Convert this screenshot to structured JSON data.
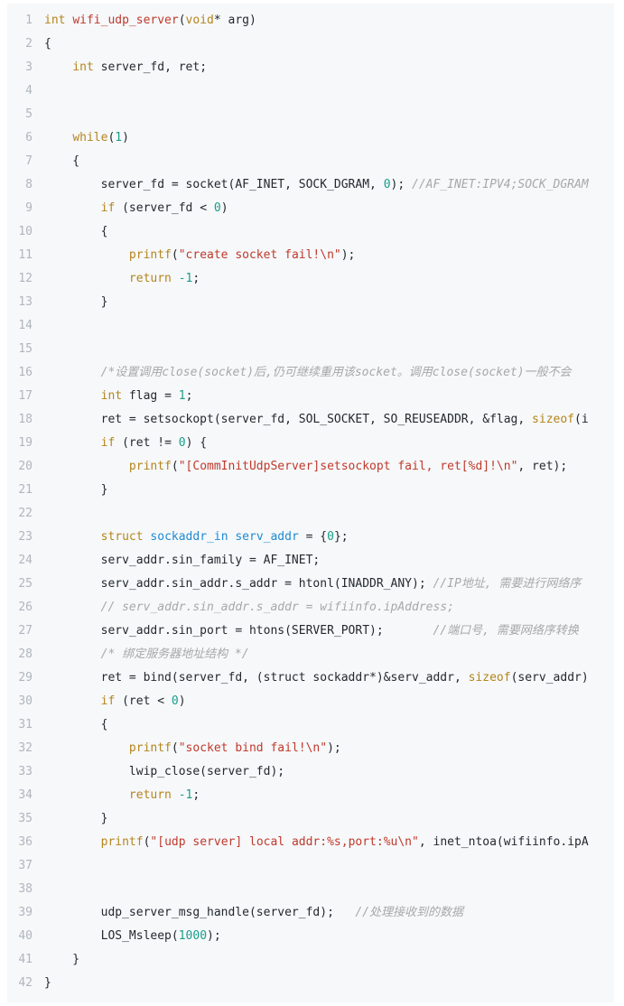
{
  "code": {
    "lines": [
      [
        {
          "t": "kw",
          "v": "int"
        },
        {
          "t": "plain",
          "v": " "
        },
        {
          "t": "fn",
          "v": "wifi_udp_server"
        },
        {
          "t": "plain",
          "v": "("
        },
        {
          "t": "kw",
          "v": "void"
        },
        {
          "t": "plain",
          "v": "* arg)"
        }
      ],
      [
        {
          "t": "plain",
          "v": "{"
        }
      ],
      [
        {
          "t": "plain",
          "v": "    "
        },
        {
          "t": "kw",
          "v": "int"
        },
        {
          "t": "plain",
          "v": " server_fd, ret;"
        }
      ],
      [],
      [],
      [
        {
          "t": "plain",
          "v": "    "
        },
        {
          "t": "kw",
          "v": "while"
        },
        {
          "t": "plain",
          "v": "("
        },
        {
          "t": "num",
          "v": "1"
        },
        {
          "t": "plain",
          "v": ")"
        }
      ],
      [
        {
          "t": "plain",
          "v": "    {"
        }
      ],
      [
        {
          "t": "plain",
          "v": "        server_fd = socket(AF_INET, SOCK_DGRAM, "
        },
        {
          "t": "num",
          "v": "0"
        },
        {
          "t": "plain",
          "v": "); "
        },
        {
          "t": "cm",
          "v": "//AF_INET:IPV4;SOCK_DGRAM"
        }
      ],
      [
        {
          "t": "plain",
          "v": "        "
        },
        {
          "t": "kw",
          "v": "if"
        },
        {
          "t": "plain",
          "v": " (server_fd < "
        },
        {
          "t": "num",
          "v": "0"
        },
        {
          "t": "plain",
          "v": ")"
        }
      ],
      [
        {
          "t": "plain",
          "v": "        {"
        }
      ],
      [
        {
          "t": "plain",
          "v": "            "
        },
        {
          "t": "kw",
          "v": "printf"
        },
        {
          "t": "plain",
          "v": "("
        },
        {
          "t": "str",
          "v": "\"create socket fail!\\n\""
        },
        {
          "t": "plain",
          "v": ");"
        }
      ],
      [
        {
          "t": "plain",
          "v": "            "
        },
        {
          "t": "kw",
          "v": "return"
        },
        {
          "t": "plain",
          "v": " "
        },
        {
          "t": "num",
          "v": "-1"
        },
        {
          "t": "plain",
          "v": ";"
        }
      ],
      [
        {
          "t": "plain",
          "v": "        }"
        }
      ],
      [],
      [],
      [
        {
          "t": "plain",
          "v": "        "
        },
        {
          "t": "cm",
          "v": "/*设置调用close(socket)后,仍可继续重用该socket。调用close(socket)一般不会"
        }
      ],
      [
        {
          "t": "plain",
          "v": "        "
        },
        {
          "t": "kw",
          "v": "int"
        },
        {
          "t": "plain",
          "v": " flag = "
        },
        {
          "t": "num",
          "v": "1"
        },
        {
          "t": "plain",
          "v": ";"
        }
      ],
      [
        {
          "t": "plain",
          "v": "        ret = setsockopt(server_fd, SOL_SOCKET, SO_REUSEADDR, &flag, "
        },
        {
          "t": "kw",
          "v": "sizeof"
        },
        {
          "t": "plain",
          "v": "(i"
        }
      ],
      [
        {
          "t": "plain",
          "v": "        "
        },
        {
          "t": "kw",
          "v": "if"
        },
        {
          "t": "plain",
          "v": " (ret != "
        },
        {
          "t": "num",
          "v": "0"
        },
        {
          "t": "plain",
          "v": ") {"
        }
      ],
      [
        {
          "t": "plain",
          "v": "            "
        },
        {
          "t": "kw",
          "v": "printf"
        },
        {
          "t": "plain",
          "v": "("
        },
        {
          "t": "str",
          "v": "\"[CommInitUdpServer]setsockopt fail, ret[%d]!\\n\""
        },
        {
          "t": "plain",
          "v": ", ret);"
        }
      ],
      [
        {
          "t": "plain",
          "v": "        }"
        }
      ],
      [],
      [
        {
          "t": "plain",
          "v": "        "
        },
        {
          "t": "kw",
          "v": "struct"
        },
        {
          "t": "plain",
          "v": " "
        },
        {
          "t": "ty",
          "v": "sockaddr_in serv_addr"
        },
        {
          "t": "plain",
          "v": " = {"
        },
        {
          "t": "num",
          "v": "0"
        },
        {
          "t": "plain",
          "v": "};"
        }
      ],
      [
        {
          "t": "plain",
          "v": "        serv_addr.sin_family = AF_INET;"
        }
      ],
      [
        {
          "t": "plain",
          "v": "        serv_addr.sin_addr.s_addr = htonl(INADDR_ANY); "
        },
        {
          "t": "cm",
          "v": "//IP地址, 需要进行网络序"
        }
      ],
      [
        {
          "t": "plain",
          "v": "        "
        },
        {
          "t": "cm",
          "v": "// serv_addr.sin_addr.s_addr = wifiinfo.ipAddress;"
        }
      ],
      [
        {
          "t": "plain",
          "v": "        serv_addr.sin_port = htons(SERVER_PORT);       "
        },
        {
          "t": "cm",
          "v": "//端口号, 需要网络序转换"
        }
      ],
      [
        {
          "t": "plain",
          "v": "        "
        },
        {
          "t": "cm",
          "v": "/* 绑定服务器地址结构 */"
        }
      ],
      [
        {
          "t": "plain",
          "v": "        ret = bind(server_fd, (struct sockaddr*)&serv_addr, "
        },
        {
          "t": "kw",
          "v": "sizeof"
        },
        {
          "t": "plain",
          "v": "(serv_addr)"
        }
      ],
      [
        {
          "t": "plain",
          "v": "        "
        },
        {
          "t": "kw",
          "v": "if"
        },
        {
          "t": "plain",
          "v": " (ret < "
        },
        {
          "t": "num",
          "v": "0"
        },
        {
          "t": "plain",
          "v": ")"
        }
      ],
      [
        {
          "t": "plain",
          "v": "        {"
        }
      ],
      [
        {
          "t": "plain",
          "v": "            "
        },
        {
          "t": "kw",
          "v": "printf"
        },
        {
          "t": "plain",
          "v": "("
        },
        {
          "t": "str",
          "v": "\"socket bind fail!\\n\""
        },
        {
          "t": "plain",
          "v": ");"
        }
      ],
      [
        {
          "t": "plain",
          "v": "            lwip_close(server_fd);"
        }
      ],
      [
        {
          "t": "plain",
          "v": "            "
        },
        {
          "t": "kw",
          "v": "return"
        },
        {
          "t": "plain",
          "v": " "
        },
        {
          "t": "num",
          "v": "-1"
        },
        {
          "t": "plain",
          "v": ";"
        }
      ],
      [
        {
          "t": "plain",
          "v": "        }"
        }
      ],
      [
        {
          "t": "plain",
          "v": "        "
        },
        {
          "t": "kw",
          "v": "printf"
        },
        {
          "t": "plain",
          "v": "("
        },
        {
          "t": "str",
          "v": "\"[udp server] local addr:%s,port:%u\\n\""
        },
        {
          "t": "plain",
          "v": ", inet_ntoa(wifiinfo.ipA"
        }
      ],
      [],
      [],
      [
        {
          "t": "plain",
          "v": "        udp_server_msg_handle(server_fd);   "
        },
        {
          "t": "cm",
          "v": "//处理接收到的数据"
        }
      ],
      [
        {
          "t": "plain",
          "v": "        LOS_Msleep("
        },
        {
          "t": "num",
          "v": "1000"
        },
        {
          "t": "plain",
          "v": ");"
        }
      ],
      [
        {
          "t": "plain",
          "v": "    }"
        }
      ],
      [
        {
          "t": "plain",
          "v": "}"
        }
      ]
    ]
  }
}
